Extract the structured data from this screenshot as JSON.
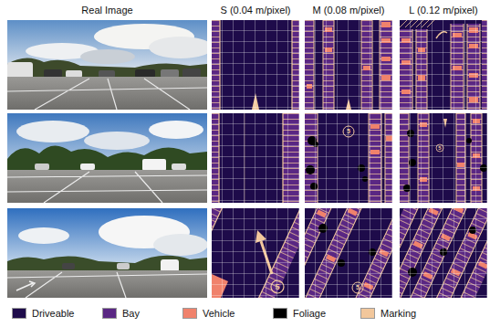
{
  "diagram": {
    "labels": [
      "Real Image",
      "S (0.04 m/pixel)",
      "M (0.08 m/pixel)",
      "L (0.12 m/pixel)",
      "5",
      "5",
      "5",
      "5"
    ],
    "legend": [
      {
        "text": "Driveable",
        "color": "#1e0b4a"
      },
      {
        "text": "Bay",
        "color": "#5a2783"
      },
      {
        "text": "Vehicle",
        "color": "#f0826c"
      },
      {
        "text": "Foliage",
        "color": "#000000"
      },
      {
        "text": "Marking",
        "color": "#f2c79c"
      }
    ]
  }
}
